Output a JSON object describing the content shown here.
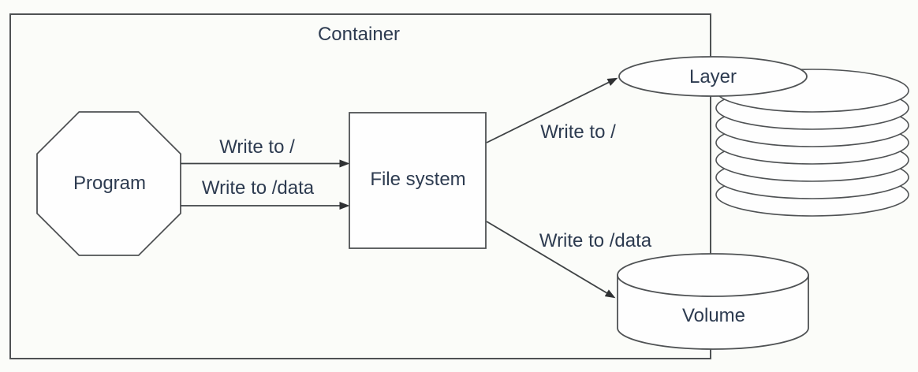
{
  "title": "Container",
  "colors": {
    "background": "#fbfcf9",
    "line": "#4f5254",
    "arrow": "#3f4345",
    "arrowhead": "#2f3133",
    "text": "#2d3b50",
    "shape_fill": "#fefefe"
  },
  "nodes": {
    "program": {
      "label": "Program",
      "shape": "octagon"
    },
    "file_system": {
      "label": "File system",
      "shape": "rectangle"
    },
    "layer": {
      "label": "Layer",
      "shape": "ellipse-on-disk-stack",
      "stack_disk_count": 7
    },
    "volume": {
      "label": "Volume",
      "shape": "cylinder"
    }
  },
  "edges": {
    "program_to_fs_root": {
      "from": "Program",
      "to": "File system",
      "label": "Write to /"
    },
    "program_to_fs_data": {
      "from": "Program",
      "to": "File system",
      "label": "Write to /data"
    },
    "fs_to_layer": {
      "from": "File system",
      "to": "Layer",
      "label": "Write to /"
    },
    "fs_to_volume": {
      "from": "File system",
      "to": "Volume",
      "label": "Write to /data"
    }
  }
}
